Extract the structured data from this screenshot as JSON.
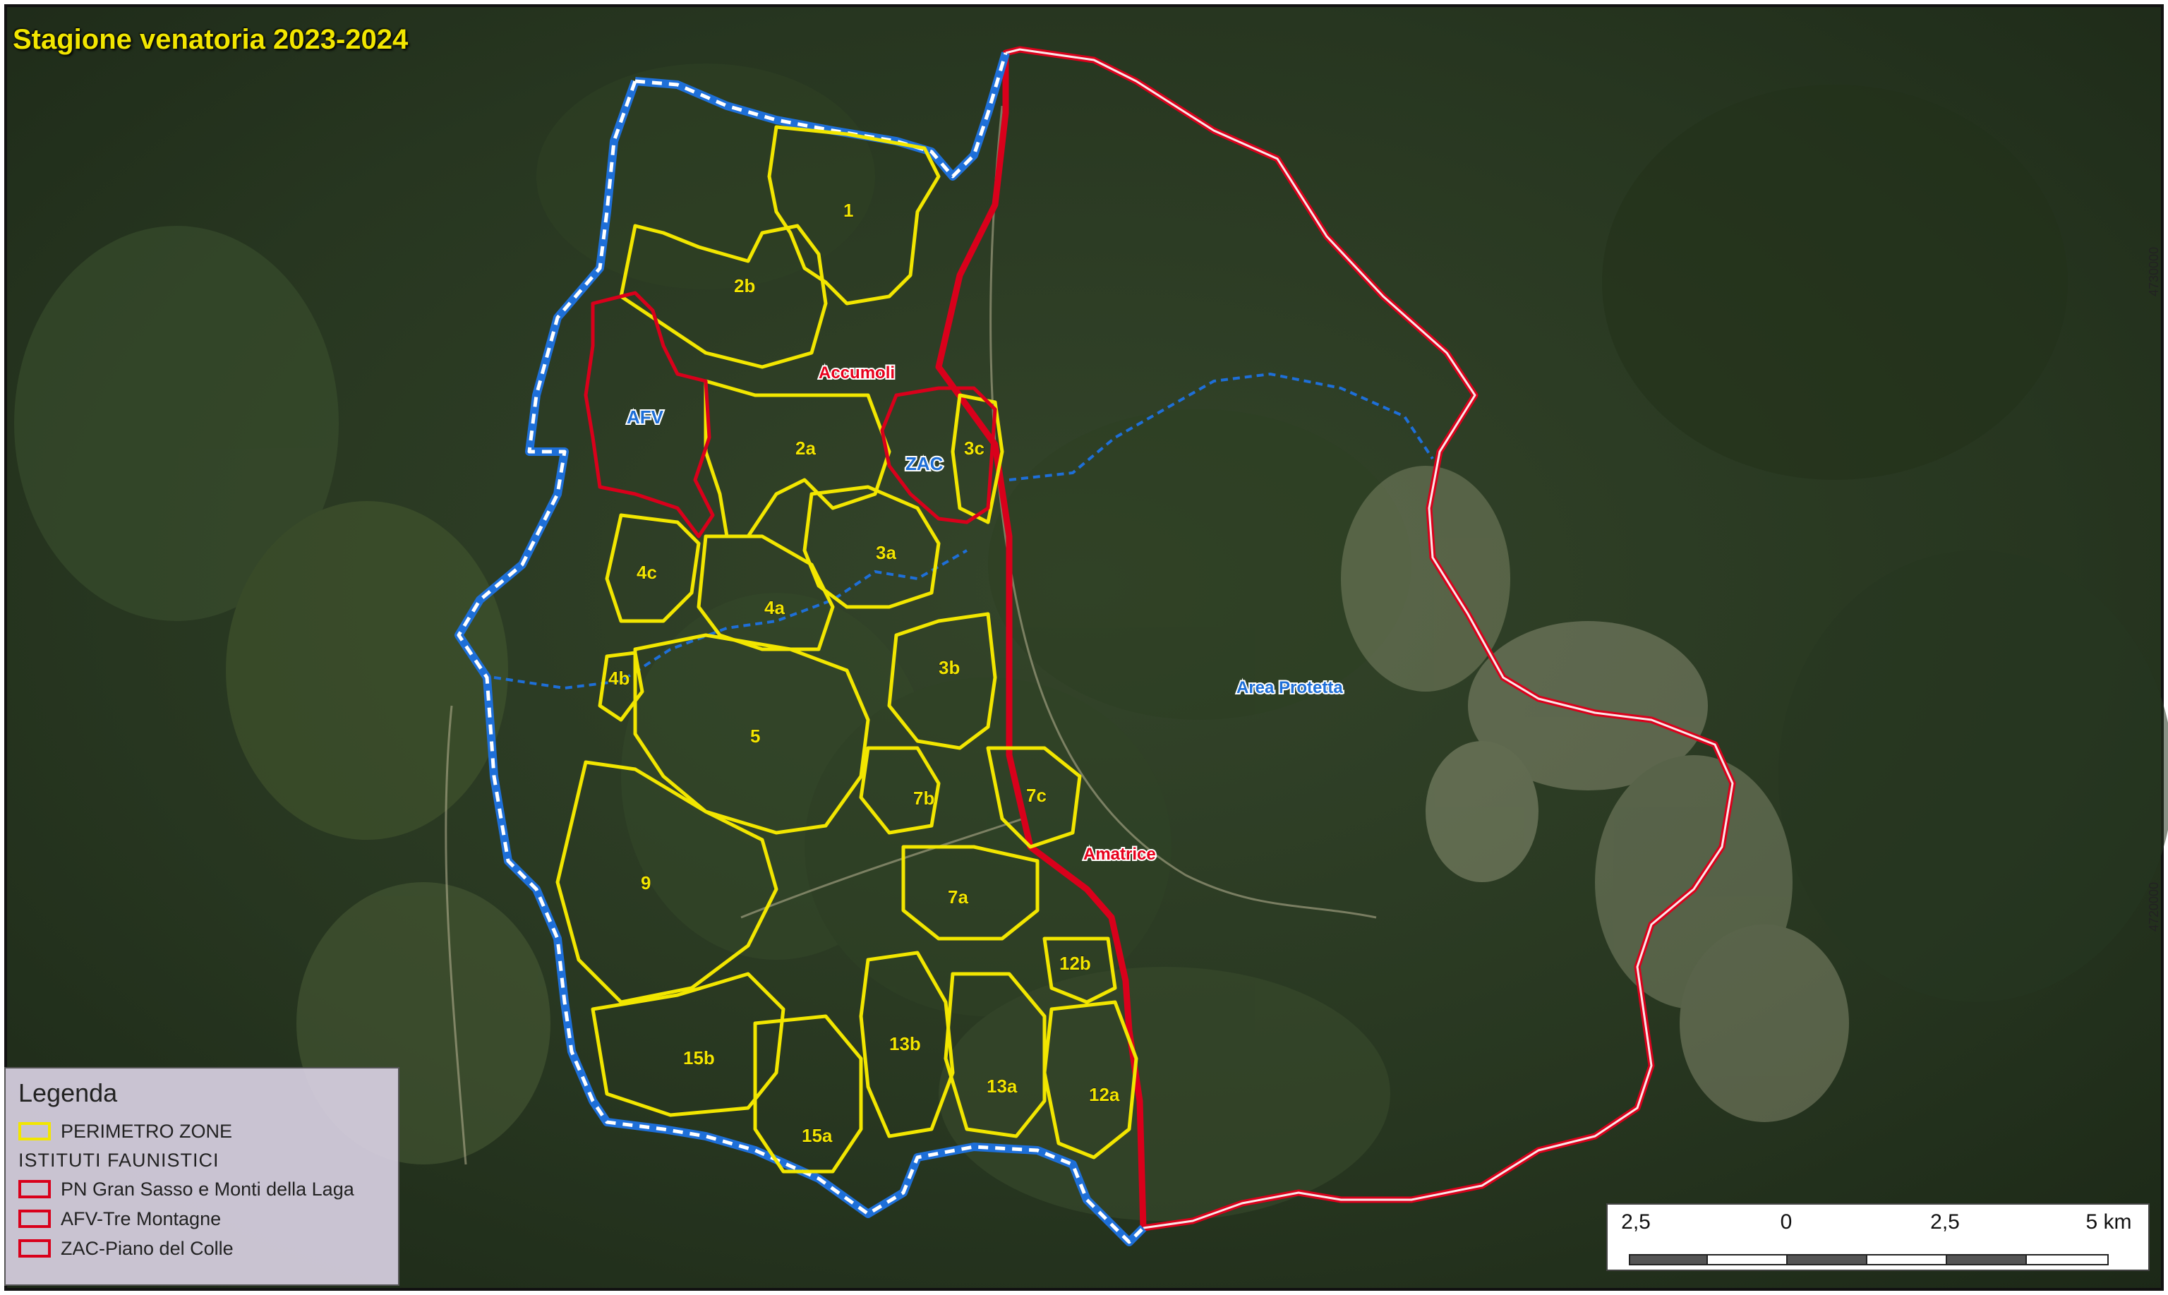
{
  "title": "Stagione venatoria 2023-2024",
  "colors": {
    "zone_perimeter": "#f2e600",
    "institute_boundary": "#d9001b",
    "area_boundary": "#1e6fd8",
    "satellite_base": "#2b3a21"
  },
  "labels": {
    "accumoli": "Accumoli",
    "amatrice": "Amatrice",
    "afv": "AFV",
    "zac": "ZAC",
    "area_protetta": "Area Protetta"
  },
  "zones": [
    "1",
    "2b",
    "2a",
    "3c",
    "3a",
    "3b",
    "4c",
    "4a",
    "4b",
    "5",
    "7b",
    "7c",
    "7a",
    "9",
    "12b",
    "12a",
    "13b",
    "13a",
    "15b",
    "15a"
  ],
  "coordinates": {
    "north_upper": "4730000",
    "north_lower": "4720000"
  },
  "legend": {
    "title": "Legenda",
    "zone_perimeter": "PERIMETRO ZONE",
    "institutes_heading": "ISTITUTI FAUNISTICI",
    "park": "PN Gran Sasso e Monti della Laga",
    "afv": "AFV-Tre Montagne",
    "zac": "ZAC-Piano del Colle"
  },
  "scale": {
    "ticks": [
      "2,5",
      "0",
      "2,5",
      "5 km"
    ]
  }
}
